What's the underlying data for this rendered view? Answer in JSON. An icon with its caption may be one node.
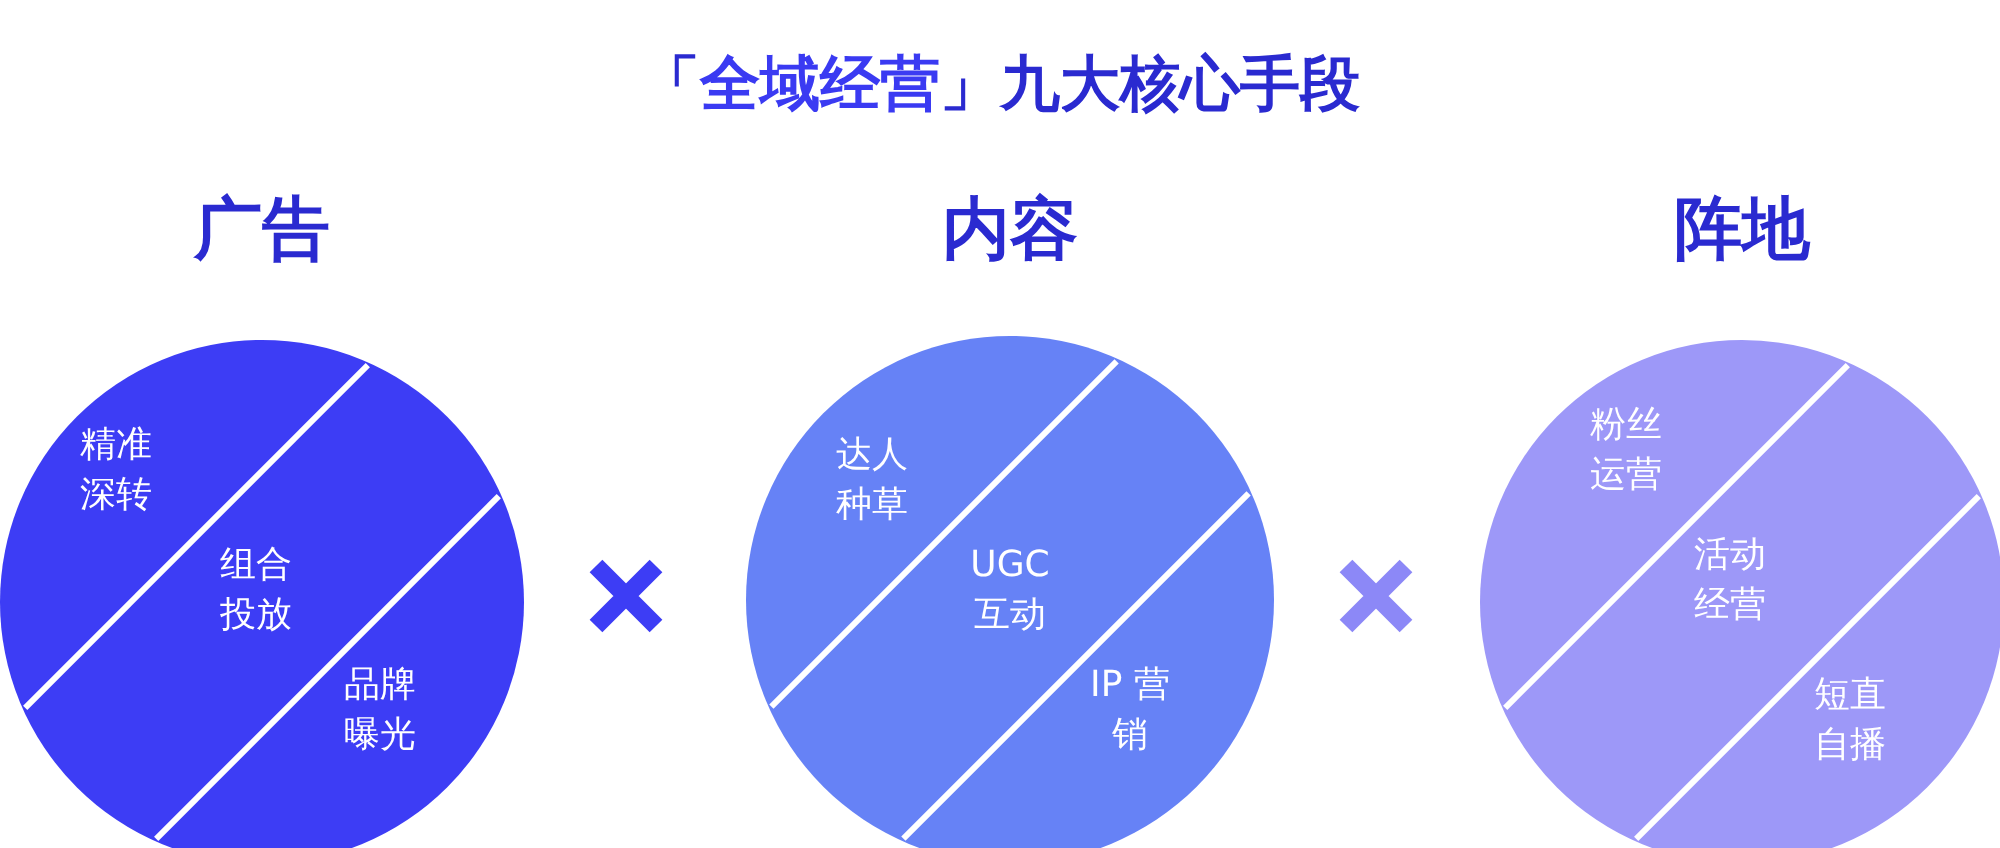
{
  "diagram": {
    "title": "「**全域经营**」九大核心手段",
    "nodes": [
      {
        "text": [
          "广告"
        ]
      },
      {
        "text": [
          "精准深转"
        ],
        "in": 0
      },
      {
        "text": [
          "组合投放"
        ],
        "in": 0
      },
      {
        "text": [
          "品牌曝光"
        ],
        "in": 0
      },
      {
        "text": [
          "内容"
        ]
      },
      {
        "text": [
          "达人种草"
        ],
        "in": 4
      },
      {
        "text": [
          "UGC 互动"
        ],
        "in": 4
      },
      {
        "text": [
          "IP 营销"
        ],
        "in": 4
      },
      {
        "text": [
          "阵地"
        ]
      },
      {
        "text": [
          "粉丝运营"
        ],
        "in": 8
      },
      {
        "text": [
          "活动经营"
        ],
        "in": 8
      },
      {
        "text": [
          "短直自播"
        ],
        "in": 8
      }
    ],
    "edges": []
  }
}
